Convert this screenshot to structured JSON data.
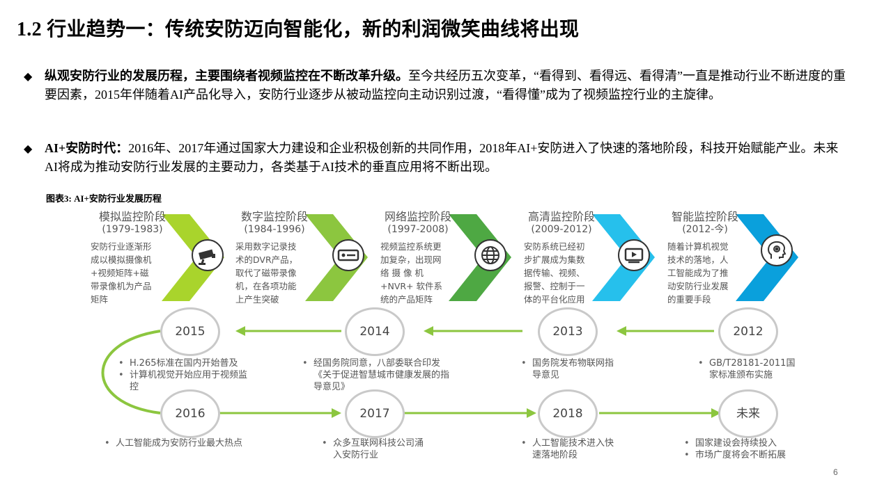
{
  "title": "1.2 行业趋势一：传统安防迈向智能化，新的利润微笑曲线将出现",
  "bullets": [
    {
      "bold": "纵观安防行业的发展历程，主要围绕者视频监控在不断改革升级。",
      "text": "至今共经历五次变革，“看得到、看得远、看得清”一直是推动行业不断进度的重要因素，2015年伴随着AI产品化导入，安防行业逐步从被动监控向主动识别过渡，“看得懂”成为了视频监控行业的主旋律。"
    },
    {
      "bold": "AI+安防时代：",
      "text": "2016年、2017年通过国家大力建设和企业积极创新的共同作用，2018年AI+安防进入了快速的落地阶段，科技开始赋能产业。未来AI将成为推动安防行业发展的主要动力，各类基于AI技术的垂直应用将不断出现。"
    }
  ],
  "caption": "图表3: AI+安防行业发展历程",
  "stages": [
    {
      "name": "模拟监控阶段",
      "years": "(1979-1983)",
      "icon": "cctv-camera-icon",
      "color": "#a9d42c",
      "desc": [
        "安防行业逐渐形",
        "成以模拟摄像机",
        "+视频矩阵+磁",
        "带录像机为产品",
        "矩阵"
      ]
    },
    {
      "name": "数字监控阶段",
      "years": "(1984-1996)",
      "icon": "dvr-recorder-icon",
      "color": "#8cc63f",
      "desc": [
        "采用数字记录技",
        "术的DVR产品，",
        "取代了磁带录像",
        "机，在各项功能",
        "上产生突破"
      ]
    },
    {
      "name": "网络监控阶段",
      "years": "(1997-2008)",
      "icon": "globe-icon",
      "color": "#4ea843",
      "desc": [
        "视频监控系统更",
        "加复杂，出现网",
        "络  摄  像  机",
        "+NVR+ 软件系",
        "统的产品矩阵"
      ]
    },
    {
      "name": "高清监控阶段",
      "years": "(2009-2012)",
      "icon": "video-screen-icon",
      "color": "#26c0ec",
      "desc": [
        "安防系统已经初",
        "步扩展成为集数",
        "据传输、视频、",
        "报警、控制于一",
        "体的平台化应用"
      ]
    },
    {
      "name": "智能监控阶段",
      "years": "(2012-今)",
      "icon": "ai-head-icon",
      "color": "#0aa0dc",
      "desc": [
        "随着计算机视觉",
        "技术的落地，人",
        "工智能成为了推",
        "动安防行业发展",
        "的重要手段"
      ]
    }
  ],
  "timeline": [
    {
      "year": "2015",
      "events": [
        "H.265标准在国内开始普及",
        "计算机视觉开始应用于视频监控"
      ]
    },
    {
      "year": "2014",
      "events": [
        "经国务院同意，八部委联合印发《关于促进智慧城市健康发展的指导意见》"
      ]
    },
    {
      "year": "2013",
      "events": [
        "国务院发布物联网指导意见"
      ]
    },
    {
      "year": "2012",
      "events": [
        "GB/T28181-2011国家标准颁布实施"
      ]
    },
    {
      "year": "2016",
      "events": [
        "人工智能成为安防行业最大热点"
      ]
    },
    {
      "year": "2017",
      "events": [
        "众多互联网科技公司涌入安防行业"
      ]
    },
    {
      "year": "2018",
      "events": [
        "人工智能技术进入快速落地阶段"
      ]
    },
    {
      "year": "未来",
      "events": [
        "国家建设会持续投入",
        "市场广度将会不断拓展"
      ]
    }
  ],
  "colors": {
    "arrow_line": "#8cc63f",
    "circle_border": "#c9c9c9",
    "icon_ring": "#333333"
  },
  "page_number": "6"
}
